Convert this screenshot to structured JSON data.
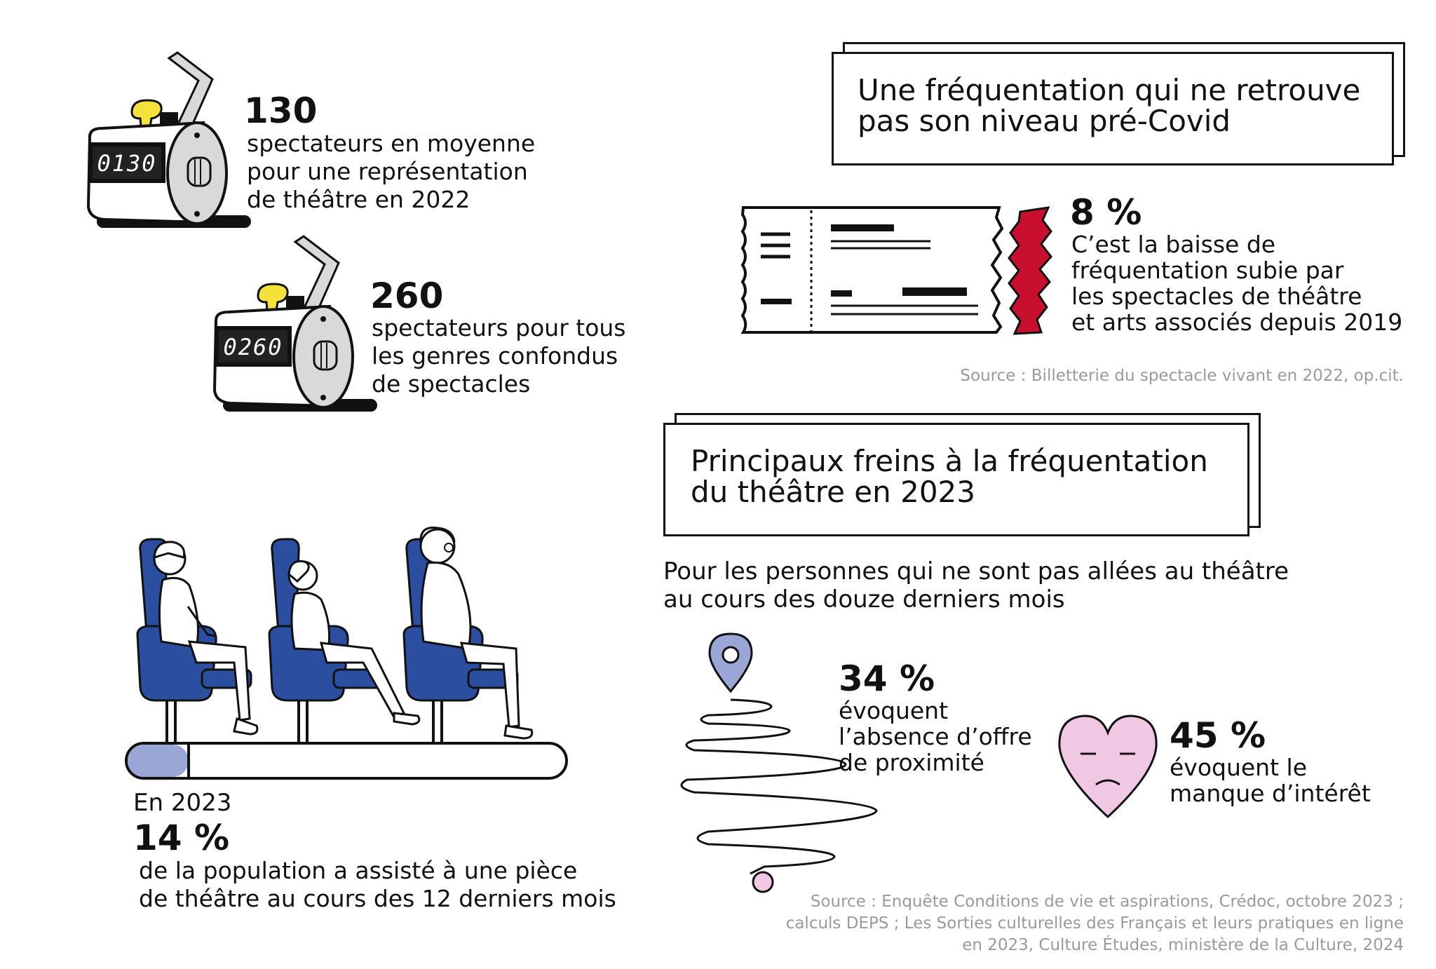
{
  "counter1": {
    "display": "0130",
    "value": "130",
    "lines": [
      "spectateurs en moyenne",
      "pour une représentation",
      "de théâtre en 2022"
    ]
  },
  "counter2": {
    "display": "0260",
    "value": "260",
    "lines": [
      "spectateurs pour tous",
      "les genres confondus",
      "de spectacles"
    ]
  },
  "covid": {
    "title_lines": [
      "Une fréquentation qui ne retrouve",
      "pas son niveau pré-Covid"
    ],
    "value": "8 %",
    "lines": [
      "C’est la baisse de",
      "fréquentation subie par",
      "les spectacles de théâtre",
      "et arts associés depuis 2019"
    ],
    "source": "Source : Billetterie du spectacle vivant en 2022, op.cit."
  },
  "population": {
    "year": "En 2023",
    "value": "14 %",
    "share": 0.14,
    "lines": [
      "de la population a assisté à une pièce",
      "de théâtre au cours des 12 derniers mois"
    ]
  },
  "freins": {
    "title_lines": [
      "Principaux freins à la fréquentation",
      "du théâtre en 2023"
    ],
    "intro_lines": [
      "Pour les personnes qui ne sont pas allées au théâtre",
      "au cours des douze derniers mois"
    ],
    "item1": {
      "value": "34 %",
      "lines": [
        "évoquent",
        "l’absence d’offre",
        "de proximité"
      ]
    },
    "item2": {
      "value": "45 %",
      "lines": [
        "évoquent le",
        "manque d’intérêt"
      ]
    },
    "source_lines": [
      "Source : Enquête Conditions de vie et aspirations, Crédoc, octobre 2023 ;",
      "calculs DEPS ; Les Sorties culturelles des Français et leurs pratiques en ligne",
      "en 2023, Culture Études, ministère de la Culture, 2024"
    ]
  },
  "colors": {
    "ink": "#111111",
    "red": "#c8102e",
    "blue": "#2b4ea0",
    "lavender": "#9aa6d6",
    "pink": "#f1c8e3",
    "yellow": "#f4e23a",
    "grey": "#9a9a9a"
  }
}
